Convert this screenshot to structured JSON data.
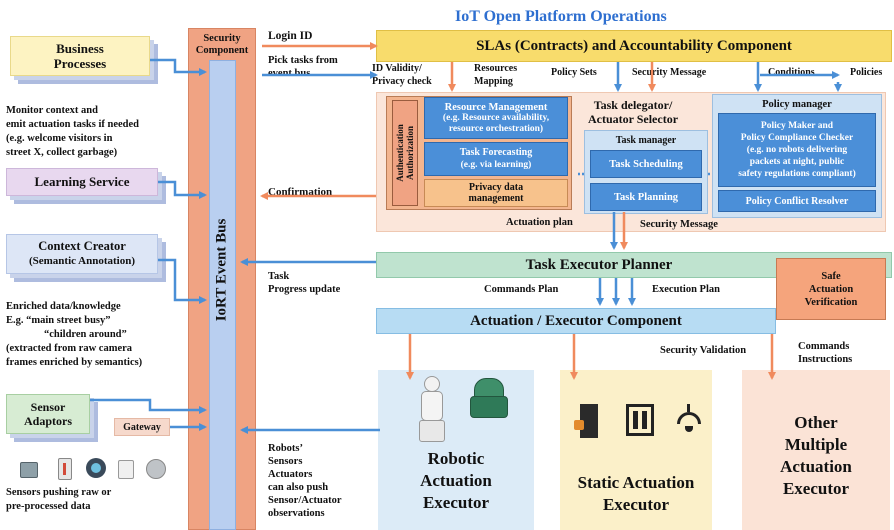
{
  "title": "IoT Open Platform Operations",
  "left": {
    "business_processes": "Business Processes",
    "monitor_text": [
      "Monitor context and",
      "emit actuation tasks if needed",
      "(e.g. welcome visitors in",
      "street X, collect garbage)"
    ],
    "learning_service": "Learning Service",
    "context_creator": [
      "Context Creator",
      "(Semantic Annotation)"
    ],
    "enriched_text": [
      "Enriched data/knowledge",
      "E.g. “main street busy”",
      "“children around”",
      "(extracted from raw camera",
      "frames enriched by semantics)"
    ],
    "sensor_adaptors": [
      "Sensor",
      "Adaptors"
    ],
    "gateway": "Gateway",
    "sensors_text": [
      "Sensors pushing raw or",
      "pre-processed data"
    ]
  },
  "bus": {
    "security_component": [
      "Security",
      "Component"
    ],
    "label": "IoRT Event Bus"
  },
  "middle_labels": {
    "login_id": "Login ID",
    "pick_tasks": [
      "Pick tasks from",
      "event bus"
    ],
    "id_validity": [
      "ID Validity/",
      "Privacy check"
    ],
    "resources_mapping": [
      "Resources",
      "Mapping"
    ],
    "confirmation": "Confirmation",
    "task_progress": [
      "Task",
      "Progress update"
    ],
    "robots_text": [
      "Robots’",
      "Sensors",
      "Actuators",
      "can also push",
      "Sensor/Actuator",
      "observations"
    ]
  },
  "sla": {
    "label": "SLAs (Contracts) and Accountability Component",
    "policy_sets": "Policy Sets",
    "security_message": "Security Message",
    "conditions": "Conditions",
    "policies": "Policies"
  },
  "delegator": {
    "title": [
      "Task delegator/",
      "Actuator Selector"
    ],
    "auth": [
      "Authentication",
      "Authorization"
    ],
    "resource_mgmt": [
      "Resource Management",
      "(e.g. Resource availability,",
      "resource orchestration)"
    ],
    "task_forecasting": [
      "Task Forecasting",
      "(e.g. via learning)"
    ],
    "privacy": [
      "Privacy data",
      "management"
    ],
    "task_manager": "Task manager",
    "task_scheduling": "Task Scheduling",
    "task_planning": "Task Planning",
    "actuation_plan": "Actuation plan",
    "security_message": "Security Message"
  },
  "policy_manager": {
    "title": "Policy manager",
    "maker": [
      "Policy Maker and",
      "Policy Compliance Checker",
      "(e.g. no robots delivering",
      "packets at night, public",
      "safety regulations compliant)"
    ],
    "resolver": "Policy Conflict Resolver"
  },
  "planner": {
    "label": "Task Executor Planner",
    "commands_plan": "Commands Plan",
    "execution_plan": "Execution Plan",
    "safe": [
      "Safe",
      "Actuation",
      "Verification"
    ]
  },
  "actuation": {
    "label": "Actuation / Executor Component",
    "security_validation": "Security Validation",
    "commands": [
      "Commands",
      "Instructions"
    ]
  },
  "executors": {
    "robotic": [
      "Robotic",
      "Actuation",
      "Executor"
    ],
    "static": [
      "Static Actuation",
      "Executor"
    ],
    "other": [
      "Other",
      "Multiple",
      "Actuation",
      "Executor"
    ]
  },
  "colors": {
    "title": "#2e6fd0",
    "bus_orange": "#f0a383",
    "bus_blue": "#b9cff0",
    "sla_yellow": "#f8dc6c",
    "planner_green": "#bfe3cf",
    "actuation_blue": "#b7dcf3",
    "arrow_blue": "#4a8fd6",
    "arrow_orange": "#f08a5d"
  }
}
